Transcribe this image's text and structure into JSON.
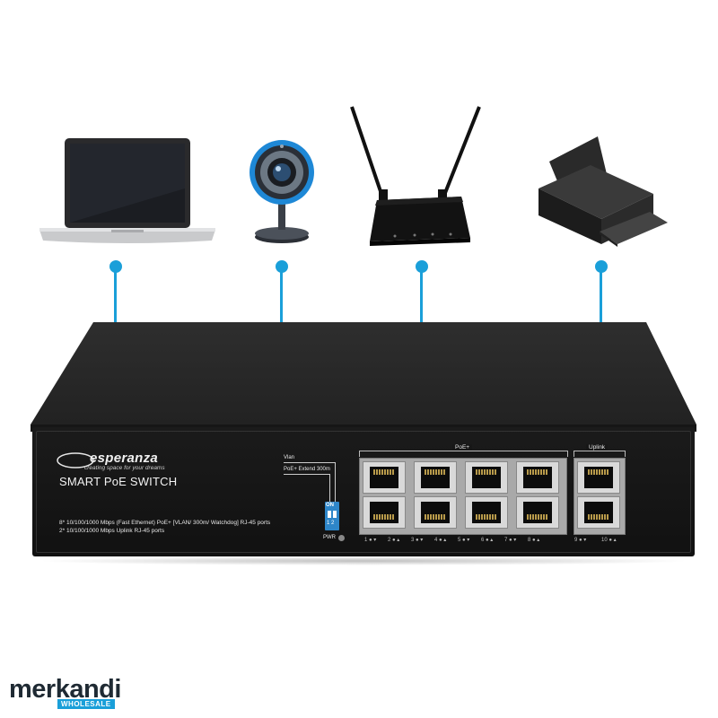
{
  "brand": {
    "logo_name": "esperanza",
    "tagline": "creating space for your dreams"
  },
  "switch": {
    "model_label": "SMART PoE SWITCH",
    "spec_line_1": "8* 10/100/1000 Mbps (Fast Ethernet) PoE+ [VLAN/ 300m/ Watchdog] RJ-45 ports",
    "spec_line_2": "2* 10/100/1000 Mbps Uplink RJ-45 ports",
    "dip_label_vlan": "Vlan",
    "dip_label_extend": "PoE+ Extend 300m",
    "dip_on": "ON",
    "dip_numbers": "1 2",
    "pwr_label": "PWR",
    "poe_group_label": "PoE+",
    "uplink_group_label": "Uplink",
    "port_labels": [
      "1",
      "2",
      "3",
      "4",
      "5",
      "6",
      "7",
      "8",
      "9",
      "10"
    ]
  },
  "devices": [
    "laptop-icon",
    "webcam-icon",
    "router-icon",
    "printer-icon"
  ],
  "watermark": {
    "name": "merkandi",
    "sub": "WHOLESALE"
  },
  "colors": {
    "accent": "#1a9fd9",
    "switch_body": "#1a1a1a",
    "watermark_blue": "#1a9fd9"
  }
}
